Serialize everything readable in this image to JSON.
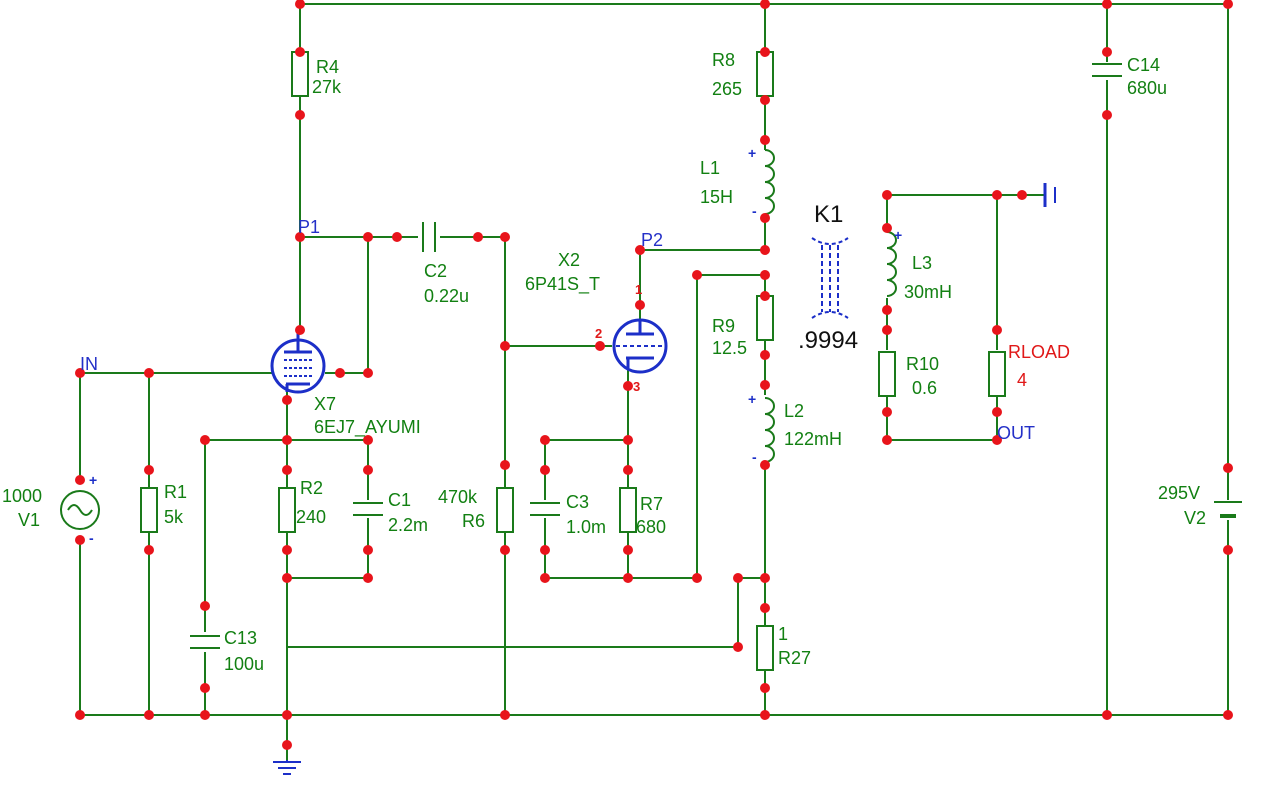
{
  "components": {
    "r4": {
      "name": "R4",
      "value": "27k"
    },
    "r8": {
      "name": "R8",
      "value": "265"
    },
    "c14": {
      "name": "C14",
      "value": "680u"
    },
    "l1": {
      "name": "L1",
      "value": "15H"
    },
    "k1": {
      "name": "K1",
      "value": ".9994"
    },
    "l3": {
      "name": "L3",
      "value": "30mH"
    },
    "c2": {
      "name": "C2",
      "value": "0.22u"
    },
    "x2": {
      "name": "X2",
      "value": "6P41S_T"
    },
    "r9": {
      "name": "R9",
      "value": "12.5"
    },
    "r10": {
      "name": "R10",
      "value": "0.6"
    },
    "rload": {
      "name": "RLOAD",
      "value": "4"
    },
    "x7": {
      "name": "X7",
      "value": "6EJ7_AYUMI"
    },
    "l2": {
      "name": "L2",
      "value": "122mH"
    },
    "r1": {
      "name": "R1",
      "value": "5k"
    },
    "r2": {
      "name": "R2",
      "value": "240"
    },
    "c1": {
      "name": "C1",
      "value": "2.2m"
    },
    "r6": {
      "name": "R6",
      "value": "470k"
    },
    "c3": {
      "name": "C3",
      "value": "1.0m"
    },
    "r7": {
      "name": "R7",
      "value": "680"
    },
    "v1": {
      "name": "V1",
      "value": "1000"
    },
    "v2": {
      "name": "V2",
      "value": "295V"
    },
    "c13": {
      "name": "C13",
      "value": "100u"
    },
    "r27": {
      "name": "R27",
      "value": "1"
    }
  },
  "nets": {
    "p1": "P1",
    "p2": "P2",
    "in": "IN",
    "out": "OUT"
  },
  "pins": {
    "plate": "1",
    "grid": "2",
    "cathode": "3"
  },
  "polarity": {
    "plus": "+",
    "minus": "-"
  },
  "colors": {
    "wire": "#1a7a1a",
    "node": "#e8141b",
    "net_label": "#2430c8",
    "value": "#e01818"
  },
  "icons": {
    "ground": "ground-icon",
    "source": "ac-source-icon",
    "battery": "battery-icon",
    "tube": "vacuum-tube-icon",
    "transformer": "transformer-core-icon",
    "probe": "output-probe-icon"
  }
}
